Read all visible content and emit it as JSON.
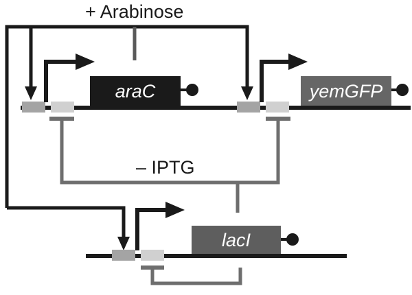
{
  "diagram": {
    "arabinose_label": "+ Arabinose",
    "iptg_label": "– IPTG",
    "genes": {
      "arac": "araC",
      "yemgfp": "yemGFP",
      "laci": "lacI"
    }
  },
  "colors": {
    "dark": "#1a1a1a",
    "mid_gray": "#6e6e6e",
    "araC_fill": "#1a1a1a",
    "yemGFP_fill": "#666666",
    "lacI_fill": "#5e5e5e",
    "operator_dark": "#a4a4a4",
    "operator_light": "#d0d0d0",
    "background": "#ffffff"
  }
}
